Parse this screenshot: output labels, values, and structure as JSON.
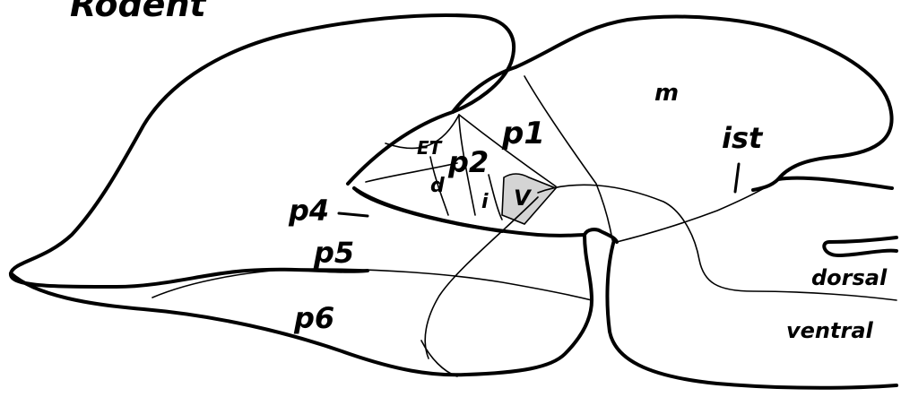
{
  "title": "Rodent",
  "regions": {
    "m": "m",
    "ist": "ist",
    "p1": "p1",
    "p2": "p2",
    "et": "ET",
    "d": "d",
    "i": "i",
    "v": "V",
    "p4": "p4",
    "p5": "p5",
    "p6": "p6"
  },
  "axis_labels": {
    "dorsal": "dorsal",
    "ventral": "ventral"
  },
  "colors": {
    "ink": "#000000",
    "highlight_region": "#d4d4d4",
    "background": "#ffffff"
  }
}
